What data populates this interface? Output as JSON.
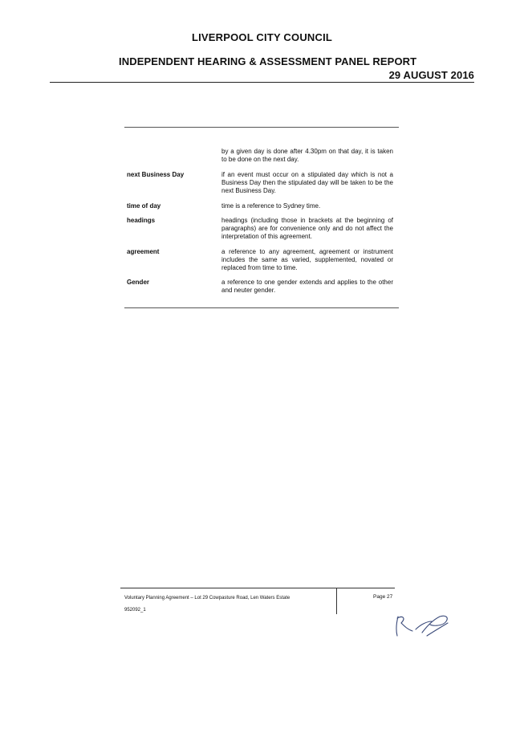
{
  "header": {
    "council": "LIVERPOOL CITY COUNCIL",
    "report_title": "INDEPENDENT HEARING & ASSESSMENT PANEL REPORT",
    "date": "29 AUGUST 2016"
  },
  "definitions": [
    {
      "term": "",
      "definition": "by a given day is done after 4.30pm on that day, it is taken to be done on the next day."
    },
    {
      "term": "next Business Day",
      "definition": "if an event must occur on a stipulated day which is not a Business Day then the stipulated day will be taken to be the next Business Day."
    },
    {
      "term": "time of day",
      "definition": "time is a reference to Sydney time."
    },
    {
      "term": "headings",
      "definition": "headings (including those in brackets at the beginning of paragraphs) are for convenience only and do not affect the interpretation of this agreement."
    },
    {
      "term": "agreement",
      "definition": "a reference to any agreement, agreement or instrument includes the same as varied, supplemented, novated or replaced from time to time."
    },
    {
      "term": "Gender",
      "definition": "a reference to one gender extends and applies to the other and neuter gender."
    }
  ],
  "footer": {
    "document_title": "Voluntary Planning Agreement – Lot 29 Cowpasture Road, Len Waters Estate",
    "document_ref": "952092_1",
    "page_label": "Page 27"
  }
}
